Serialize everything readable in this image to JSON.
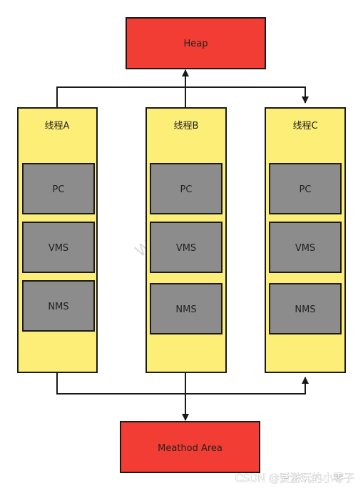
{
  "heap": {
    "label": "Heap"
  },
  "method_area": {
    "label": "Meathod Area"
  },
  "threads": [
    {
      "label": "线程A",
      "cells": [
        "PC",
        "VMS",
        "NMS"
      ]
    },
    {
      "label": "线程B",
      "cells": [
        "PC",
        "VMS",
        "NMS"
      ]
    },
    {
      "label": "线程C",
      "cells": [
        "PC",
        "VMS",
        "NMS"
      ]
    }
  ],
  "watermark": {
    "text": "WPS Flow"
  },
  "credit": {
    "text": "CSDN @爱游玩的小零子"
  },
  "colors": {
    "shared_fill": "#f23d34",
    "thread_fill": "#fdee77",
    "cell_fill": "#8c8c8c",
    "stroke": "#1a1a1a"
  }
}
